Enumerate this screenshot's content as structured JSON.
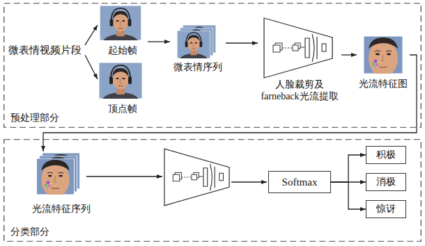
{
  "diagram": {
    "nodes": [
      {
        "text": [
          "预处理部分"
        ]
      },
      {
        "text": [
          "微表情视频片段"
        ],
        "in": 0
      },
      {
        "text": [
          "起始帧"
        ],
        "in": 0
      },
      {
        "text": [
          "顶点帧"
        ],
        "in": 0
      },
      {
        "text": [
          "微表情序列"
        ],
        "in": 0
      },
      {
        "text": [
          "人脸裁剪及 farneback光流提取"
        ],
        "in": 0
      },
      {
        "text": [
          "光流特征图"
        ],
        "in": 0
      },
      {
        "text": [
          "分类部分"
        ]
      },
      {
        "text": [
          "光流特征序列"
        ],
        "in": 7
      },
      {
        "text": [
          "Softmax"
        ],
        "in": 7
      },
      {
        "text": [
          "积极"
        ],
        "in": 7
      },
      {
        "text": [
          "消极"
        ],
        "in": 7
      },
      {
        "text": [
          "惊讶"
        ],
        "in": 7
      }
    ],
    "edges": [
      {
        "from": 1,
        "to": 2,
        "arrow": "to"
      },
      {
        "from": 1,
        "to": 3,
        "arrow": "to"
      },
      {
        "from": 2,
        "to": 4,
        "arrow": "to"
      },
      {
        "from": 4,
        "to": 5,
        "arrow": "to"
      },
      {
        "from": 5,
        "to": 6,
        "arrow": "to"
      },
      {
        "from": 6,
        "to": 8,
        "arrow": "to"
      },
      {
        "from": 9,
        "to": 10,
        "arrow": "to"
      },
      {
        "from": 9,
        "to": 11,
        "arrow": "to"
      },
      {
        "from": 9,
        "to": 12,
        "arrow": "to"
      }
    ]
  }
}
